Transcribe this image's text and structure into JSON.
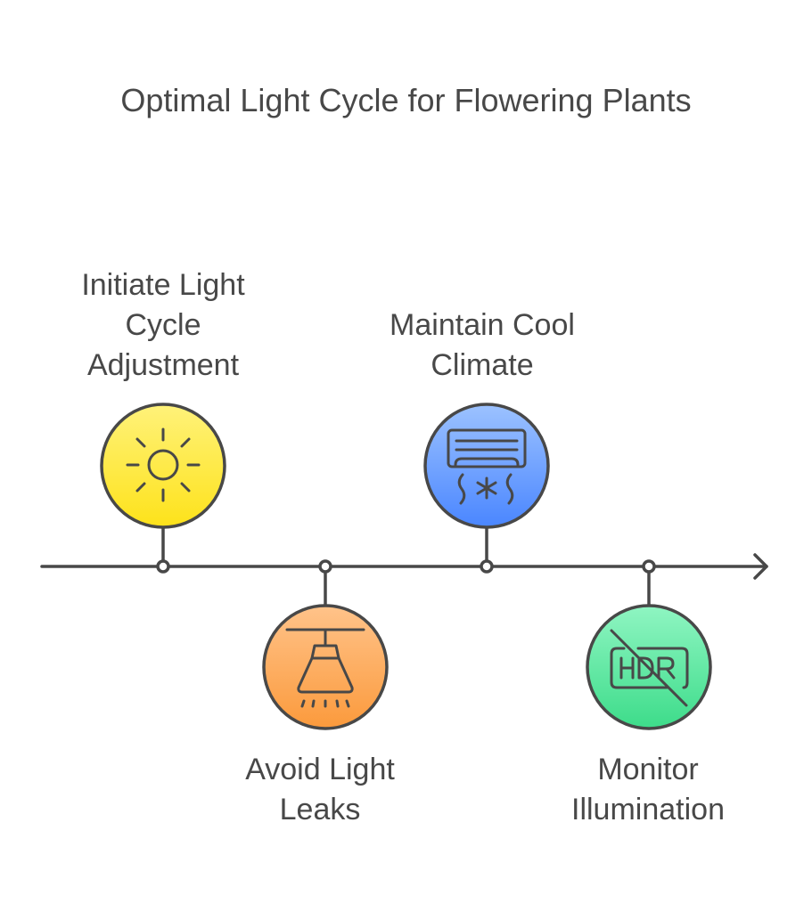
{
  "title": "Optimal Light Cycle for Flowering Plants",
  "timeline": {
    "direction": "left-to-right",
    "steps": [
      {
        "label": "Initiate Light\nCycle\nAdjustment",
        "icon": "sun-icon",
        "color_top": "#fff27a",
        "color_bottom": "#fde21a",
        "position": "above"
      },
      {
        "label": "Avoid Light\nLeaks",
        "icon": "pendant-lamp-icon",
        "color_top": "#ffc38a",
        "color_bottom": "#fb9a3c",
        "position": "below"
      },
      {
        "label": "Maintain Cool\nClimate",
        "icon": "air-conditioner-icon",
        "color_top": "#9cc2ff",
        "color_bottom": "#4a86ff",
        "position": "above"
      },
      {
        "label": "Monitor\nIllumination",
        "icon": "hdr-off-icon",
        "color_top": "#8ff5c2",
        "color_bottom": "#3ddc8a",
        "position": "below"
      }
    ]
  },
  "colors": {
    "stroke": "#484848",
    "text": "#484848",
    "background": "#ffffff"
  }
}
